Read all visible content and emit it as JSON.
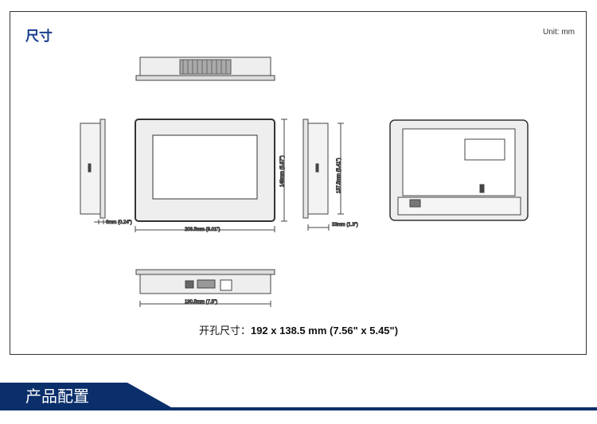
{
  "section_title": "尺寸",
  "unit": "Unit: mm",
  "dimensions": {
    "mount_depth": "6mm (0.24\")",
    "width": "203.5mm (8.01\")",
    "height": "149mm (5.87\")",
    "inner_height": "137.5mm (5.41\")",
    "depth": "33mm (1.3\")",
    "bottom_width": "190.5mm (7.5\")"
  },
  "cutout": {
    "label": "开孔尺寸：",
    "value": "192 x 138.5 mm (7.56\" x 5.45\")"
  },
  "next_section": "产品配置",
  "colors": {
    "title": "#1a3f8c",
    "banner": "#0b2f6b"
  }
}
